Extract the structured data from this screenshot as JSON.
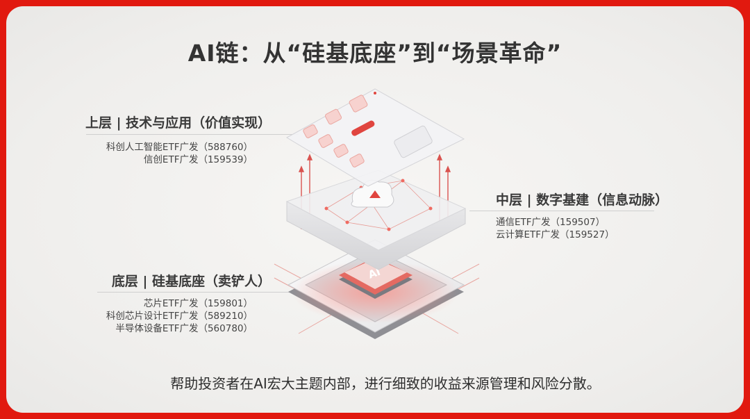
{
  "title": "AI链：从“硅基底座”到“场景革命”",
  "layers": {
    "upper": {
      "label": "上层 | 技术与应用（价值实现）",
      "items": [
        "科创人工智能ETF广发（588760）",
        "信创ETF广发（159539）"
      ]
    },
    "middle": {
      "label": "中层 | 数字基建（信息动脉）",
      "items": [
        "通信ETF广发（159507）",
        "云计算ETF广发（159527）"
      ]
    },
    "bottom": {
      "label": "底层 | 硅基底座（卖铲人）",
      "items": [
        "芯片ETF广发（159801）",
        "科创芯片设计ETF广发（589210）",
        "半导体设备ETF广发（560780）"
      ]
    }
  },
  "chip_logo": "AI",
  "footer": "帮助投资者在AI宏大主题内部，进行细致的收益来源管理和风险分散。",
  "colors": {
    "frame": "#e1190f",
    "accent": "#e0453f",
    "text": "#333333"
  }
}
